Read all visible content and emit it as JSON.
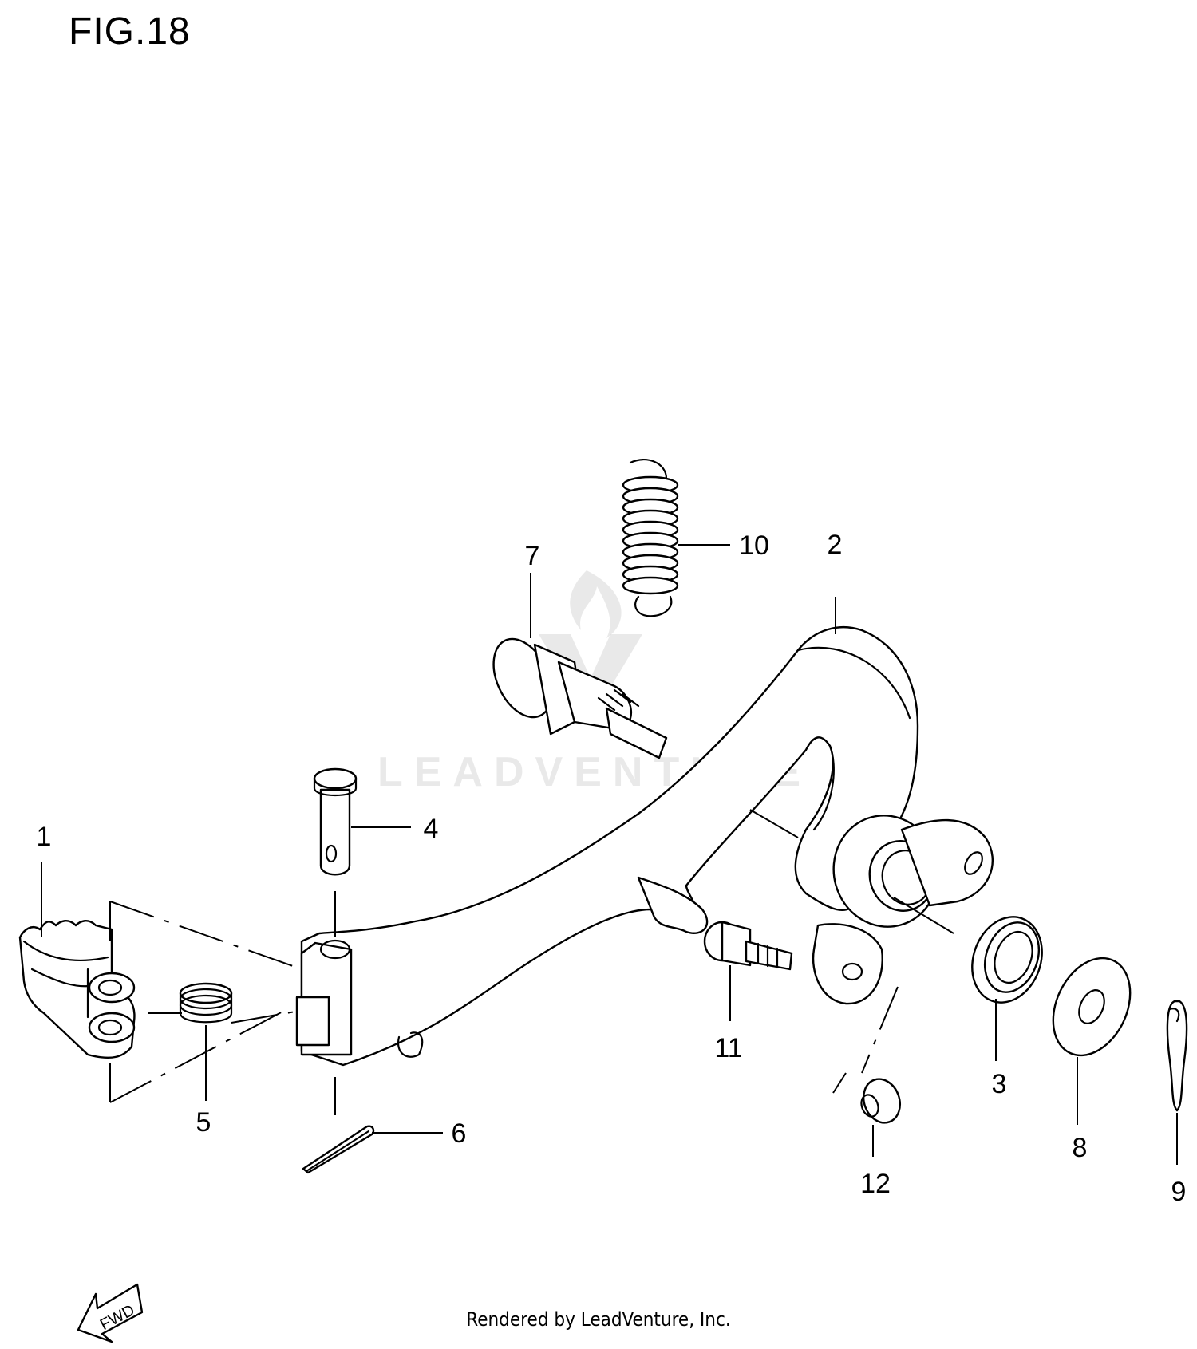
{
  "figure": {
    "title": "FIG.18",
    "footer": "Rendered by LeadVenture, Inc.",
    "watermark": "LEADVENTURE",
    "direction_label": "FWD"
  },
  "callouts": [
    {
      "id": "1",
      "label": "1"
    },
    {
      "id": "2",
      "label": "2"
    },
    {
      "id": "3",
      "label": "3"
    },
    {
      "id": "4",
      "label": "4"
    },
    {
      "id": "5",
      "label": "5"
    },
    {
      "id": "6",
      "label": "6"
    },
    {
      "id": "7",
      "label": "7"
    },
    {
      "id": "8",
      "label": "8"
    },
    {
      "id": "9",
      "label": "9"
    },
    {
      "id": "10",
      "label": "10"
    },
    {
      "id": "11",
      "label": "11"
    },
    {
      "id": "12",
      "label": "12"
    }
  ]
}
